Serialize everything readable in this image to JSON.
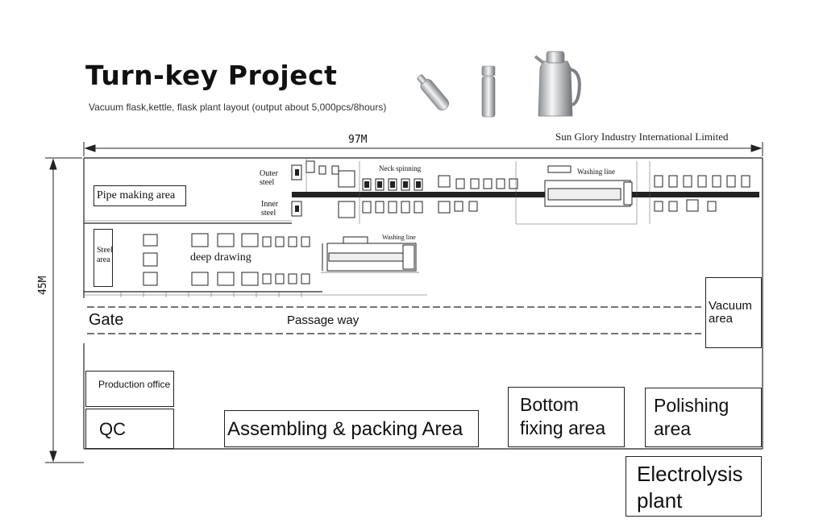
{
  "header": {
    "title": "Turn-key  Project",
    "subtitle": "Vacuum flask,kettle, flask plant layout (output about 5,000pcs/8hours)",
    "company": "Sun Glory Industry International Limited"
  },
  "dimensions": {
    "width_label": "97M",
    "height_label": "45M"
  },
  "products": {
    "items": [
      "sports-bottle-icon",
      "thermos-flask-icon",
      "coffee-kettle-icon"
    ]
  },
  "layout": {
    "pipe_making": "Pipe making area",
    "steel_area": "Steel area",
    "deep_drawing": "deep drawing",
    "outer_steel": "Outer steel",
    "inner_steel": "Inner steel",
    "neck_spinning": "Neck spinning",
    "washing_line": "Washing line",
    "washing_line_2": "Washing line",
    "gate": "Gate",
    "passage_way": "Passage way",
    "vacuum_area": "Vacuum area",
    "production_office": "Production office",
    "qc": "QC",
    "assembling": "Assembling & packing Area",
    "bottom_fixing": "Bottom fixing area",
    "polishing": "Polishing area",
    "electrolysis": "Electrolysis plant"
  },
  "colors": {
    "line": "#222222",
    "background": "#ffffff",
    "steel": "#b9bcc0"
  }
}
